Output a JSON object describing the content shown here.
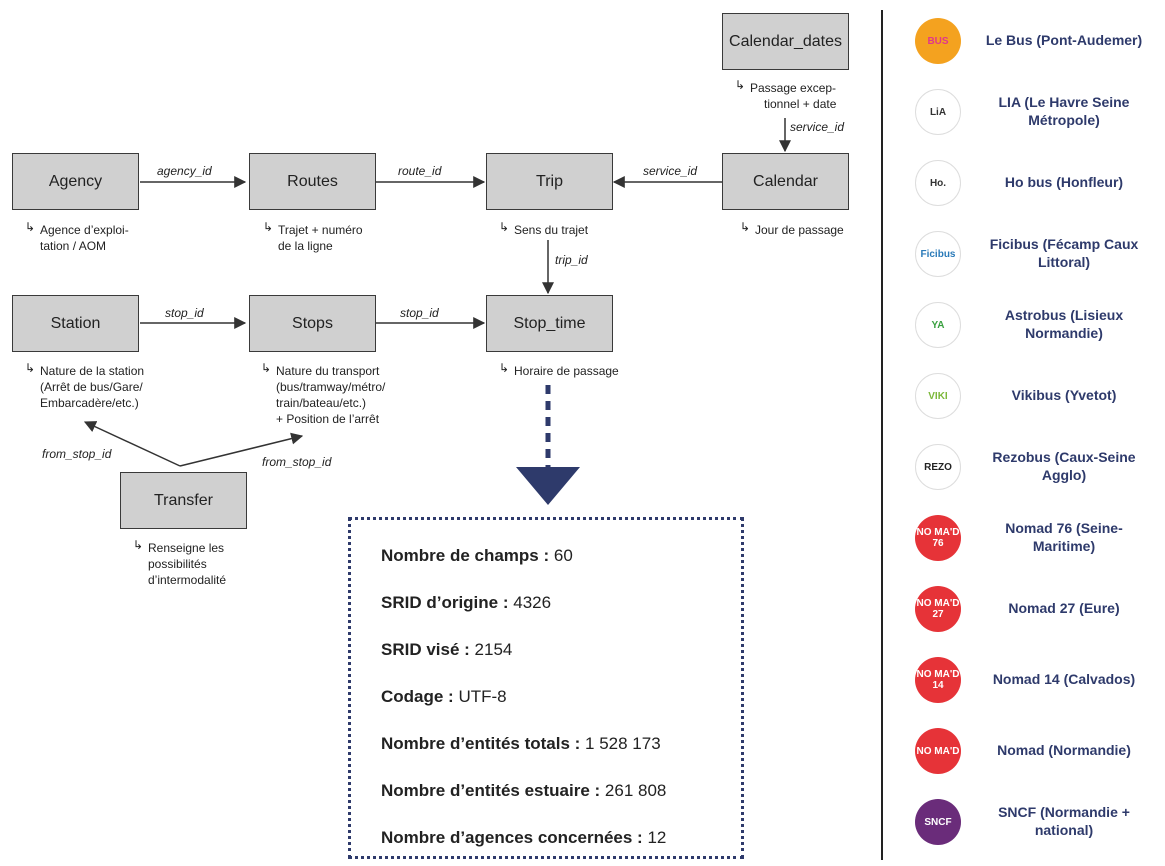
{
  "nodes": {
    "agency": "Agency",
    "routes": "Routes",
    "trip": "Trip",
    "calendar": "Calendar",
    "calendar_dates": "Calendar_dates",
    "station": "Station",
    "stops": "Stops",
    "stop_time": "Stop_time",
    "transfer": "Transfer"
  },
  "notes": {
    "agency": [
      "Agence d’exploi-",
      "tation / AOM"
    ],
    "routes": [
      "Trajet + numéro",
      "de la ligne"
    ],
    "trip": [
      "Sens du trajet"
    ],
    "calendar": [
      "Jour de passage"
    ],
    "calendar_dates": [
      "Passage excep-",
      "tionnel + date"
    ],
    "station": [
      "Nature de la station",
      "(Arrêt de bus/Gare/",
      "Embarcadère/etc.)"
    ],
    "stops": [
      "Nature du transport",
      "(bus/tramway/métro/",
      "train/bateau/etc.)",
      "+ Position de l’arrêt"
    ],
    "stop_time": [
      "Horaire de passage"
    ],
    "transfer": [
      "Renseigne les",
      "possibilités",
      "d’intermodalité"
    ]
  },
  "edges": {
    "agency_id": "agency_id",
    "route_id": "route_id",
    "service_id_h": "service_id",
    "service_id_v": "service_id",
    "trip_id": "trip_id",
    "stop_id_1": "stop_id",
    "stop_id_2": "stop_id",
    "from_stop_id_left": "from_stop_id",
    "from_stop_id_right": "from_stop_id"
  },
  "info": [
    {
      "label": "Nombre de champs :",
      "value": "60"
    },
    {
      "label": "SRID d’origine :",
      "value": "4326"
    },
    {
      "label": "SRID visé :",
      "value": "2154"
    },
    {
      "label": "Codage :",
      "value": "UTF-8"
    },
    {
      "label": "Nombre d’entités totals :",
      "value": "1 528 173"
    },
    {
      "label": "Nombre d’entités estuaire :",
      "value": "261 808"
    },
    {
      "label": "Nombre d’agences concernées :",
      "value": "12"
    }
  ],
  "agencies": [
    {
      "name": [
        "Le Bus (Pont-Audemer)"
      ],
      "logo_text": "BUS",
      "logo_bg": "#f4a21f",
      "logo_fg": "#e0388a",
      "icon": "le-bus-logo-icon"
    },
    {
      "name": [
        "LIA (Le Havre Seine",
        "Métropole)"
      ],
      "logo_text": "LiA",
      "logo_bg": "#ffffff",
      "logo_fg": "#333333",
      "icon": "lia-logo-icon"
    },
    {
      "name": [
        "Ho bus (Honfleur)"
      ],
      "logo_text": "Ho.",
      "logo_bg": "#ffffff",
      "logo_fg": "#333333",
      "icon": "ho-bus-logo-icon"
    },
    {
      "name": [
        "Ficibus (Fécamp Caux",
        "Littoral)"
      ],
      "logo_text": "Ficibus",
      "logo_bg": "#ffffff",
      "logo_fg": "#2a7ab8",
      "icon": "ficibus-logo-icon"
    },
    {
      "name": [
        "Astrobus (Lisieux",
        "Normandie)"
      ],
      "logo_text": "YA",
      "logo_bg": "#ffffff",
      "logo_fg": "#3aa040",
      "icon": "astrobus-logo-icon"
    },
    {
      "name": [
        "Vikibus (Yvetot)"
      ],
      "logo_text": "VIKI",
      "logo_bg": "#ffffff",
      "logo_fg": "#7cb83a",
      "icon": "vikibus-logo-icon"
    },
    {
      "name": [
        "Rezobus (Caux-Seine",
        "Agglo)"
      ],
      "logo_text": "REZO",
      "logo_bg": "#ffffff",
      "logo_fg": "#222222",
      "icon": "rezobus-logo-icon"
    },
    {
      "name": [
        "Nomad 76 (Seine-",
        "Maritime)"
      ],
      "logo_text": "NO MA'D 76",
      "logo_bg": "#e63338",
      "logo_fg": "#ffffff",
      "icon": "nomad-76-logo-icon"
    },
    {
      "name": [
        "Nomad 27 (Eure)"
      ],
      "logo_text": "NO MA'D 27",
      "logo_bg": "#e63338",
      "logo_fg": "#ffffff",
      "icon": "nomad-27-logo-icon"
    },
    {
      "name": [
        "Nomad 14 (Calvados)"
      ],
      "logo_text": "NO MA'D 14",
      "logo_bg": "#e63338",
      "logo_fg": "#ffffff",
      "icon": "nomad-14-logo-icon"
    },
    {
      "name": [
        "Nomad (Normandie)"
      ],
      "logo_text": "NO MA'D",
      "logo_bg": "#e63338",
      "logo_fg": "#ffffff",
      "icon": "nomad-logo-icon"
    },
    {
      "name": [
        "SNCF (Normandie +",
        "national)"
      ],
      "logo_text": "SNCF",
      "logo_bg": "#6a2c7a",
      "logo_fg": "#ffffff",
      "icon": "sncf-logo-icon"
    }
  ],
  "colors": {
    "node_fill": "#d0d0d0",
    "accent_navy": "#2e3a6b"
  }
}
